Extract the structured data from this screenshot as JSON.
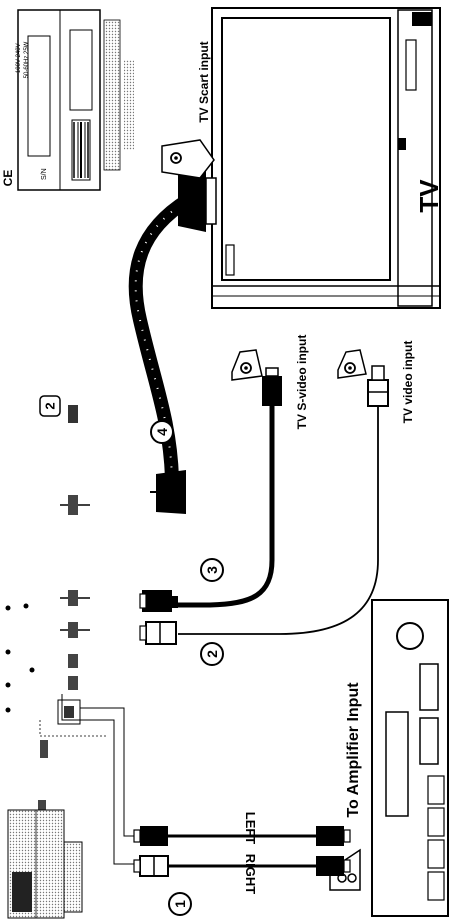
{
  "labels": {
    "tv": "TV",
    "tv_scart_input": "TV Scart  input",
    "tv_svideo_input": "TV S-video  input",
    "tv_video_input": "TV video  input",
    "to_amplifier_input": "To Amplifier Input",
    "left": "LEFT",
    "right": "RIGHT"
  },
  "callouts": {
    "c1": "1",
    "c2": "2",
    "c3": "3",
    "c4": "4",
    "panel2": "2"
  },
  "back_panel": {
    "ce_mark": "CE",
    "sn_label": "S/N",
    "power_rating_1": "~100V-240V",
    "power_rating_2": "50-60Hz 25W"
  },
  "colors": {
    "ink": "#000000",
    "paper": "#ffffff",
    "halftone": "#c9c9c9"
  }
}
